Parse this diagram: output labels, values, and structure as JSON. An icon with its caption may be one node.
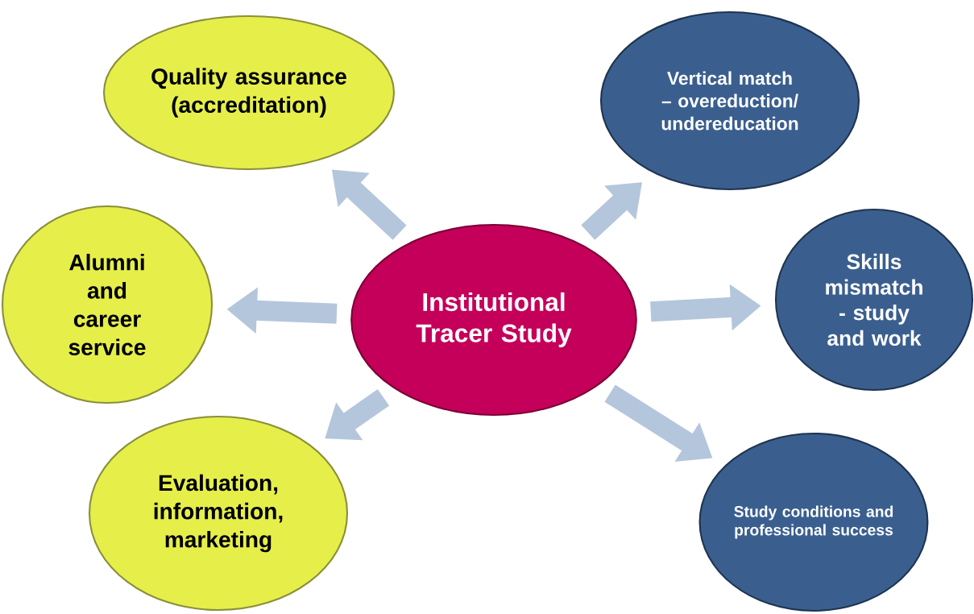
{
  "diagram": {
    "nodes": [
      {
        "text": [
          "Institutional Tracer Study"
        ]
      },
      {
        "text": [
          "Quality assurance (accreditation)"
        ]
      },
      {
        "text": [
          "Vertical match – overeduction/ undereducation"
        ]
      },
      {
        "text": [
          "Alumni and career service"
        ]
      },
      {
        "text": [
          "Skills mismatch - study and work"
        ]
      },
      {
        "text": [
          "Evaluation, information, marketing"
        ]
      },
      {
        "text": [
          "Study conditions and professional success"
        ]
      }
    ],
    "edges": [
      {
        "from": 0,
        "to": 1,
        "arrow": "to"
      },
      {
        "from": 0,
        "to": 2,
        "arrow": "to"
      },
      {
        "from": 0,
        "to": 3,
        "arrow": "to"
      },
      {
        "from": 0,
        "to": 4,
        "arrow": "to"
      },
      {
        "from": 0,
        "to": 5,
        "arrow": "to"
      },
      {
        "from": 0,
        "to": 6,
        "arrow": "to"
      }
    ]
  }
}
